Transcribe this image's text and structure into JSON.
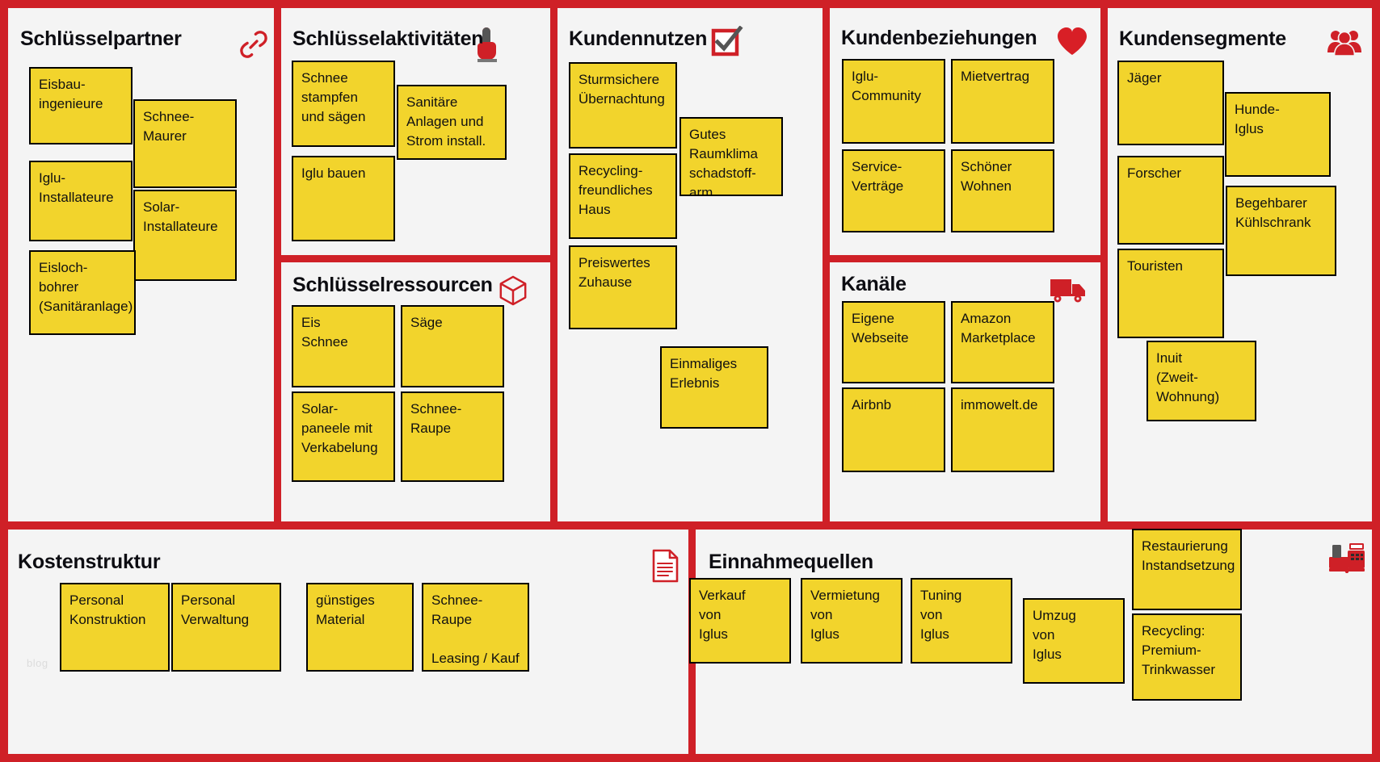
{
  "document": {
    "kind": "Business Model Canvas",
    "language": "de",
    "watermark": "blog"
  },
  "palette": {
    "frame_red": "#cf2027",
    "note_yellow": "#f2d42c",
    "note_border": "#000000",
    "background": "#f4f4f4",
    "title_text": "#0d0d12",
    "icon_gray": "#555555"
  },
  "blocks": {
    "key_partners": {
      "title": "Schlüsselpartner",
      "icon": "link-chain-icon",
      "notes": [
        "Eisbau-\ningenieure",
        "Schnee-\nMaurer",
        "Iglu-\nInstallateure",
        "Solar-\nInstallateure",
        "Eisloch-\nbohrer\n(Sanitäranlage)"
      ]
    },
    "key_activities": {
      "title": "Schlüsselaktivitäten",
      "icon": "pointing-hand-icon",
      "notes": [
        "Schnee\nstampfen\nund sägen",
        "Sanitäre\nAnlagen und\nStrom install.",
        "Iglu bauen"
      ]
    },
    "key_resources": {
      "title": "Schlüsselressourcen",
      "icon": "cube-box-icon",
      "notes": [
        "Eis\nSchnee",
        "Säge",
        "Solar-\npaneele mit\nVerkabelung",
        "Schnee-\nRaupe"
      ]
    },
    "value_propositions": {
      "title": "Kundennutzen",
      "icon": "checkbox-checked-icon",
      "notes": [
        "Sturmsichere\nÜbernachtung",
        "Gutes\nRaumklima\nschadstoff-\narm",
        "Recycling-\nfreundliches\nHaus",
        "Preiswertes\nZuhause",
        "Einmaliges\nErlebnis"
      ]
    },
    "customer_relationships": {
      "title": "Kundenbeziehungen",
      "icon": "heart-icon",
      "notes": [
        "Iglu-\nCommunity",
        "Mietvertrag",
        "Service-\nVerträge",
        "Schöner\nWohnen"
      ]
    },
    "channels": {
      "title": "Kanäle",
      "icon": "delivery-truck-icon",
      "notes": [
        "Eigene\nWebseite",
        "Amazon\nMarketplace",
        "Airbnb",
        "immowelt.de"
      ]
    },
    "customer_segments": {
      "title": "Kundensegmente",
      "icon": "people-group-icon",
      "notes": [
        "Jäger",
        "Hunde-\nIglus",
        "Forscher",
        "Begehbarer\nKühlschrank",
        "Touristen",
        "Inuit\n(Zweit-\nWohnung)"
      ]
    },
    "cost_structure": {
      "title": "Kostenstruktur",
      "icon": "document-invoice-icon",
      "notes": [
        "Personal\nKonstruktion",
        "Personal\nVerwaltung",
        "günstiges\nMaterial",
        "Schnee-\nRaupe\n\nLeasing / Kauf"
      ]
    },
    "revenue_streams": {
      "title": "Einnahmequellen",
      "icon": "cash-register-icon",
      "notes": [
        "Verkauf\nvon\nIglus",
        "Vermietung\nvon\nIglus",
        "Tuning\nvon\nIglus",
        "Umzug\nvon\nIglus",
        "Restaurierung\nInstandsetzung",
        "Recycling:\nPremium-\nTrinkwasser"
      ]
    }
  }
}
